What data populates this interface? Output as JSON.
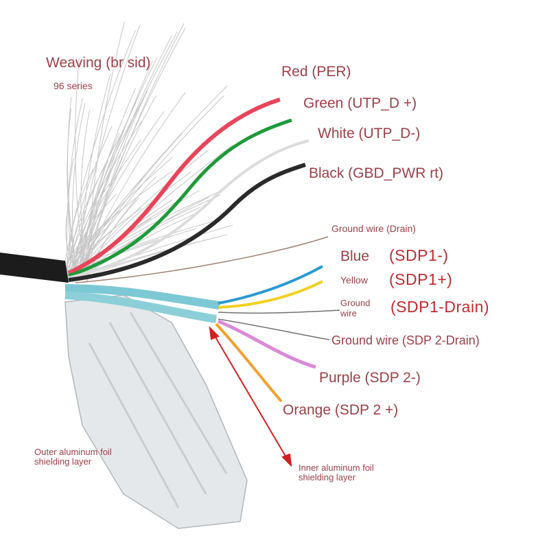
{
  "labels": {
    "weaving": "Weaving (br sid)",
    "series": "96 series",
    "red": "Red (PER)",
    "green": "Green (UTP_D +)",
    "white": "White (UTP_D-)",
    "black": "Black (GBD_PWR rt)",
    "ground_drain": "Ground wire (Drain)",
    "blue": "Blue",
    "blue_code": "(SDP1-)",
    "yellow": "Yellow",
    "yellow_code": "(SDP1+)",
    "ground_wire_1": "Ground",
    "ground_wire_2": "wire",
    "ground_code": "(SDP1-Drain)",
    "ground_sdp2": "Ground wire (SDP 2-Drain)",
    "purple": "Purple (SDP 2-)",
    "orange": "Orange (SDP 2 +)",
    "outer_foil_1": "Outer aluminum foil",
    "outer_foil_2": "shielding layer",
    "inner_foil_1": "Inner aluminum foil",
    "inner_foil_2": "shielding layer"
  },
  "colors": {
    "label_text": "#9a4048",
    "code_text": "#c02a30",
    "red_wire": "#e8455a",
    "green_wire": "#1f9a3a",
    "white_wire": "#dcdcdc",
    "black_wire": "#2a2a2a",
    "blue_wire": "#2a9ad0",
    "yellow_wire": "#f0d020",
    "purple_wire": "#d98ad8",
    "orange_wire": "#f0a030",
    "arrow": "#d02020"
  }
}
